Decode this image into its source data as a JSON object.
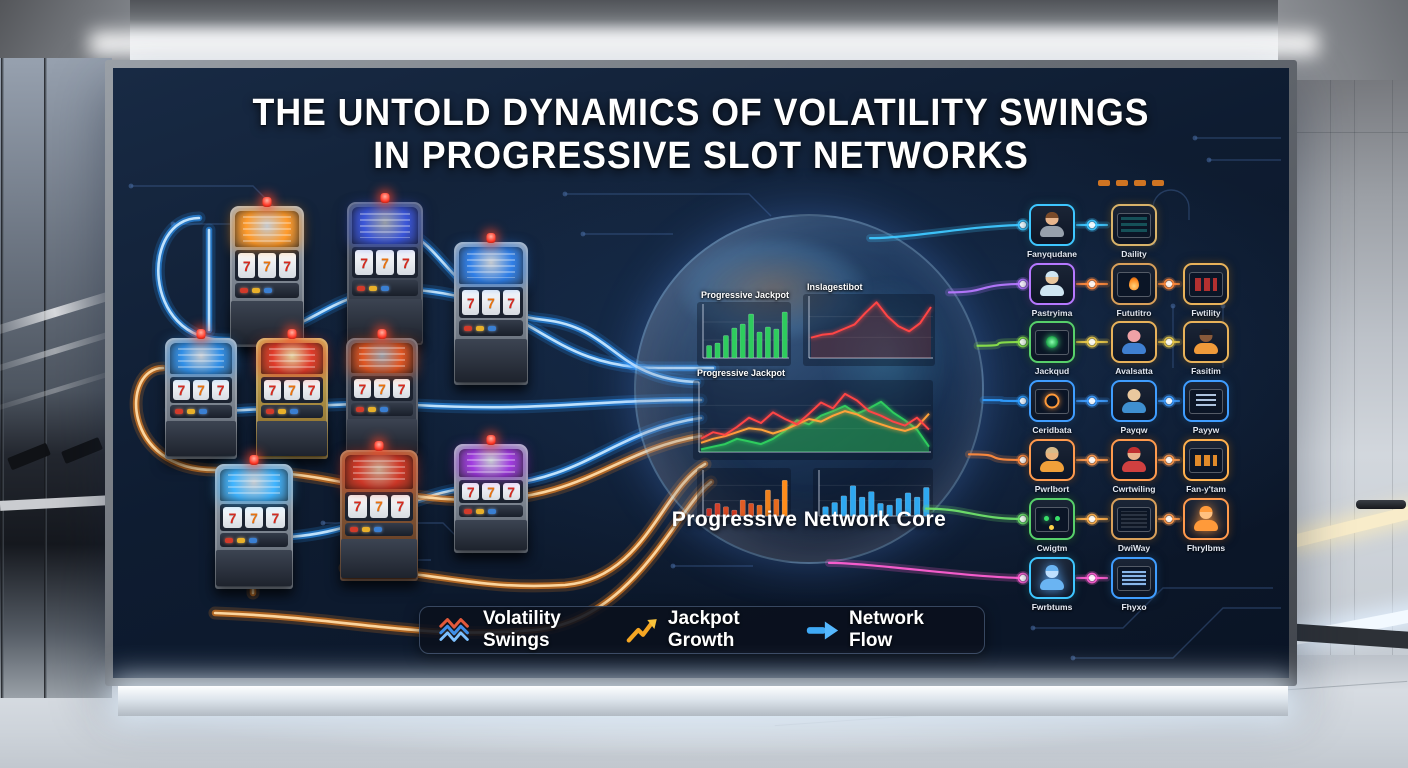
{
  "title": {
    "line1": "THE UNTOLD DYNAMICS OF VOLATILITY SWINGS",
    "line2": "IN PROGRESSIVE SLOT NETWORKS"
  },
  "core_label": "Progressive Network Core",
  "legend": [
    {
      "label": "Volatility Swings",
      "icon": "volatility-zigzag-icon",
      "colors": [
        "#e2593b",
        "#3f8fe8",
        "#7ec1ff"
      ]
    },
    {
      "label": "Jackpot Growth",
      "icon": "jackpot-arrow-icon",
      "colors": [
        "#f5a623"
      ]
    },
    {
      "label": "Network Flow",
      "icon": "network-arrow-icon",
      "colors": [
        "#3fa9f5"
      ]
    }
  ],
  "machines": [
    {
      "name": "slot-machine-1",
      "body": "silver",
      "marquee_color": "#ff9a2a",
      "reel_symbol": "7"
    },
    {
      "name": "slot-machine-2",
      "body": "dark",
      "marquee_color": "#3a55d8",
      "reel_symbol": "7"
    },
    {
      "name": "slot-machine-3",
      "body": "silver",
      "marquee_color": "#2f7fe8",
      "reel_symbol": "7"
    },
    {
      "name": "slot-machine-4",
      "body": "silver",
      "marquee_color": "#2f8fe8",
      "reel_symbol": "7"
    },
    {
      "name": "slot-machine-5",
      "body": "gold",
      "marquee_color": "#e03a2a",
      "reel_symbol": "7"
    },
    {
      "name": "slot-machine-6",
      "body": "dark",
      "marquee_color": "#e05522",
      "reel_symbol": "7"
    },
    {
      "name": "slot-machine-7",
      "body": "silver",
      "marquee_color": "#3fb4ff",
      "reel_symbol": "7"
    },
    {
      "name": "slot-machine-8",
      "body": "copper",
      "marquee_color": "#d03828",
      "reel_symbol": "7"
    },
    {
      "name": "slot-machine-9",
      "body": "silver",
      "marquee_color": "#a03ae0",
      "reel_symbol": "7"
    }
  ],
  "network": {
    "beam_colors": [
      "#3ec7ff",
      "#b678ff",
      "#8be24a",
      "#2f9dff",
      "#ff8a3d",
      "#6fe06a",
      "#ff5fd2"
    ],
    "link12_colors": [
      "#3ec7ff",
      "#ff8a3d",
      "#e8c84a",
      "#3f9dff",
      "#ff9a4d",
      "#ffb04d",
      "#ff5fd2"
    ],
    "link23_colors": [
      null,
      "#ff8a3d",
      "#e8c84a",
      "#3f9dff",
      "#ff9a4d",
      "#ff9a4d",
      null
    ],
    "nodes": [
      {
        "row": 0,
        "col": 0,
        "kind": "avatar",
        "variant": "p-gray",
        "label": "Fanyqudane",
        "accent": "#3ec7ff"
      },
      {
        "row": 0,
        "col": 1,
        "kind": "device",
        "variant": "v-rows-teal",
        "label": "Daility",
        "accent": "#d9b36a"
      },
      {
        "row": 1,
        "col": 0,
        "kind": "avatar",
        "variant": "p-hood",
        "label": "Pastryima",
        "accent": "#b678ff"
      },
      {
        "row": 1,
        "col": 1,
        "kind": "device",
        "variant": "v-flame",
        "label": "Fututitro",
        "accent": "#d9a05a"
      },
      {
        "row": 1,
        "col": 2,
        "kind": "device",
        "variant": "v-slots-red",
        "label": "Fwtility",
        "accent": "#e8b25a"
      },
      {
        "row": 2,
        "col": 0,
        "kind": "device",
        "variant": "v-green-circle",
        "label": "Jackqud",
        "accent": "#57d06a"
      },
      {
        "row": 2,
        "col": 1,
        "kind": "avatar",
        "variant": "p-pink",
        "label": "Avalsatta",
        "accent": "#e8b25a"
      },
      {
        "row": 2,
        "col": 2,
        "kind": "avatar",
        "variant": "p-orangew",
        "label": "Fasitim",
        "accent": "#e8b25a"
      },
      {
        "row": 3,
        "col": 0,
        "kind": "device",
        "variant": "v-orange-dial",
        "label": "Ceridbata",
        "accent": "#3f9dff"
      },
      {
        "row": 3,
        "col": 1,
        "kind": "avatar",
        "variant": "p-blue",
        "label": "Payqw",
        "accent": "#3f9dff"
      },
      {
        "row": 3,
        "col": 2,
        "kind": "device",
        "variant": "v-list-blue",
        "label": "Payyw",
        "accent": "#3f9dff"
      },
      {
        "row": 4,
        "col": 0,
        "kind": "avatar",
        "variant": "p-amber",
        "label": "Pwrlbort",
        "accent": "#ff9a4d"
      },
      {
        "row": 4,
        "col": 1,
        "kind": "avatar",
        "variant": "p-redcap",
        "label": "Cwrtwiling",
        "accent": "#ff9a4d"
      },
      {
        "row": 4,
        "col": 2,
        "kind": "device",
        "variant": "v-slots-orange",
        "label": "Fan-y'tam",
        "accent": "#ffb04d"
      },
      {
        "row": 5,
        "col": 0,
        "kind": "device",
        "variant": "v-leds-green",
        "label": "Cwigtm",
        "accent": "#57d06a"
      },
      {
        "row": 5,
        "col": 1,
        "kind": "device",
        "variant": "v-keyboard",
        "label": "DwiWay",
        "accent": "#d9a05a"
      },
      {
        "row": 5,
        "col": 2,
        "kind": "avatar",
        "variant": "p-glow-orange",
        "label": "Fhrylbms",
        "accent": "#ff9a4d"
      },
      {
        "row": 6,
        "col": 0,
        "kind": "avatar",
        "variant": "p-glow-blue",
        "label": "Fwrbtums",
        "accent": "#3ec7ff"
      },
      {
        "row": 6,
        "col": 1,
        "kind": "device",
        "variant": "v-grid-blue",
        "label": "Fhyxo",
        "accent": "#3f9dff"
      }
    ]
  },
  "chart_data": [
    {
      "id": "jackpot-bars",
      "type": "bar",
      "title": "Progressive Jackpot",
      "values": [
        25,
        30,
        45,
        60,
        68,
        88,
        52,
        62,
        58,
        92
      ],
      "color": "#2ecc5e",
      "ylim": [
        0,
        100
      ],
      "xlabel": "",
      "ylabel": ""
    },
    {
      "id": "volatility-line",
      "type": "line",
      "title": "Inslagestibot",
      "values": [
        35,
        40,
        42,
        50,
        58,
        78,
        96,
        72,
        55,
        46,
        60,
        88
      ],
      "color": "#ff4545",
      "fill": "rgba(200,60,50,0.22)",
      "ylim": [
        0,
        100
      ]
    },
    {
      "id": "core-multiline",
      "type": "area",
      "title": "Progressive Jackpot",
      "ylim": [
        0,
        100
      ],
      "series": [
        {
          "name": "wins-area",
          "color": "#2ecc5e",
          "fill": true,
          "values": [
            4,
            8,
            12,
            20,
            16,
            12,
            20,
            32,
            48,
            42,
            55,
            62,
            70,
            58,
            66,
            76,
            60,
            48,
            34,
            8
          ]
        },
        {
          "name": "jackpot-line",
          "color": "#ffa23a",
          "fill": false,
          "values": [
            14,
            20,
            24,
            30,
            36,
            34,
            28,
            34,
            42,
            50,
            46,
            55,
            62,
            57,
            48,
            42,
            36,
            32,
            38,
            58
          ]
        },
        {
          "name": "volatility-line",
          "color": "#ff4545",
          "fill": false,
          "values": [
            20,
            30,
            26,
            38,
            52,
            44,
            60,
            50,
            42,
            58,
            75,
            66,
            88,
            78,
            62,
            55,
            46,
            40,
            52,
            34
          ]
        }
      ]
    },
    {
      "id": "payout-bars",
      "type": "bar",
      "title": "",
      "values": [
        18,
        30,
        22,
        14,
        38,
        30,
        26,
        62,
        40,
        85
      ],
      "colors": [
        "#c93326",
        "#d2402a",
        "#d84b24",
        "#cf3b22",
        "#e05c24",
        "#d94f22",
        "#e2661f",
        "#f0811c",
        "#e66a1e",
        "#ff8c1a"
      ],
      "ylim": [
        0,
        100
      ]
    },
    {
      "id": "flow-bars",
      "type": "bar",
      "title": "",
      "values": [
        22,
        32,
        48,
        72,
        45,
        58,
        30,
        26,
        42,
        55,
        45,
        68
      ],
      "color": "#2ea8f0",
      "ylim": [
        0,
        100
      ]
    }
  ],
  "colors": {
    "cable_blue": "#2e9bff",
    "cable_blue_core": "#c8e8ff",
    "cable_orange": "#ff8a1e",
    "cable_orange_core": "#ffdca8",
    "screen_bg": "#0e1c31",
    "trace_blue": "#4a6fa8"
  }
}
